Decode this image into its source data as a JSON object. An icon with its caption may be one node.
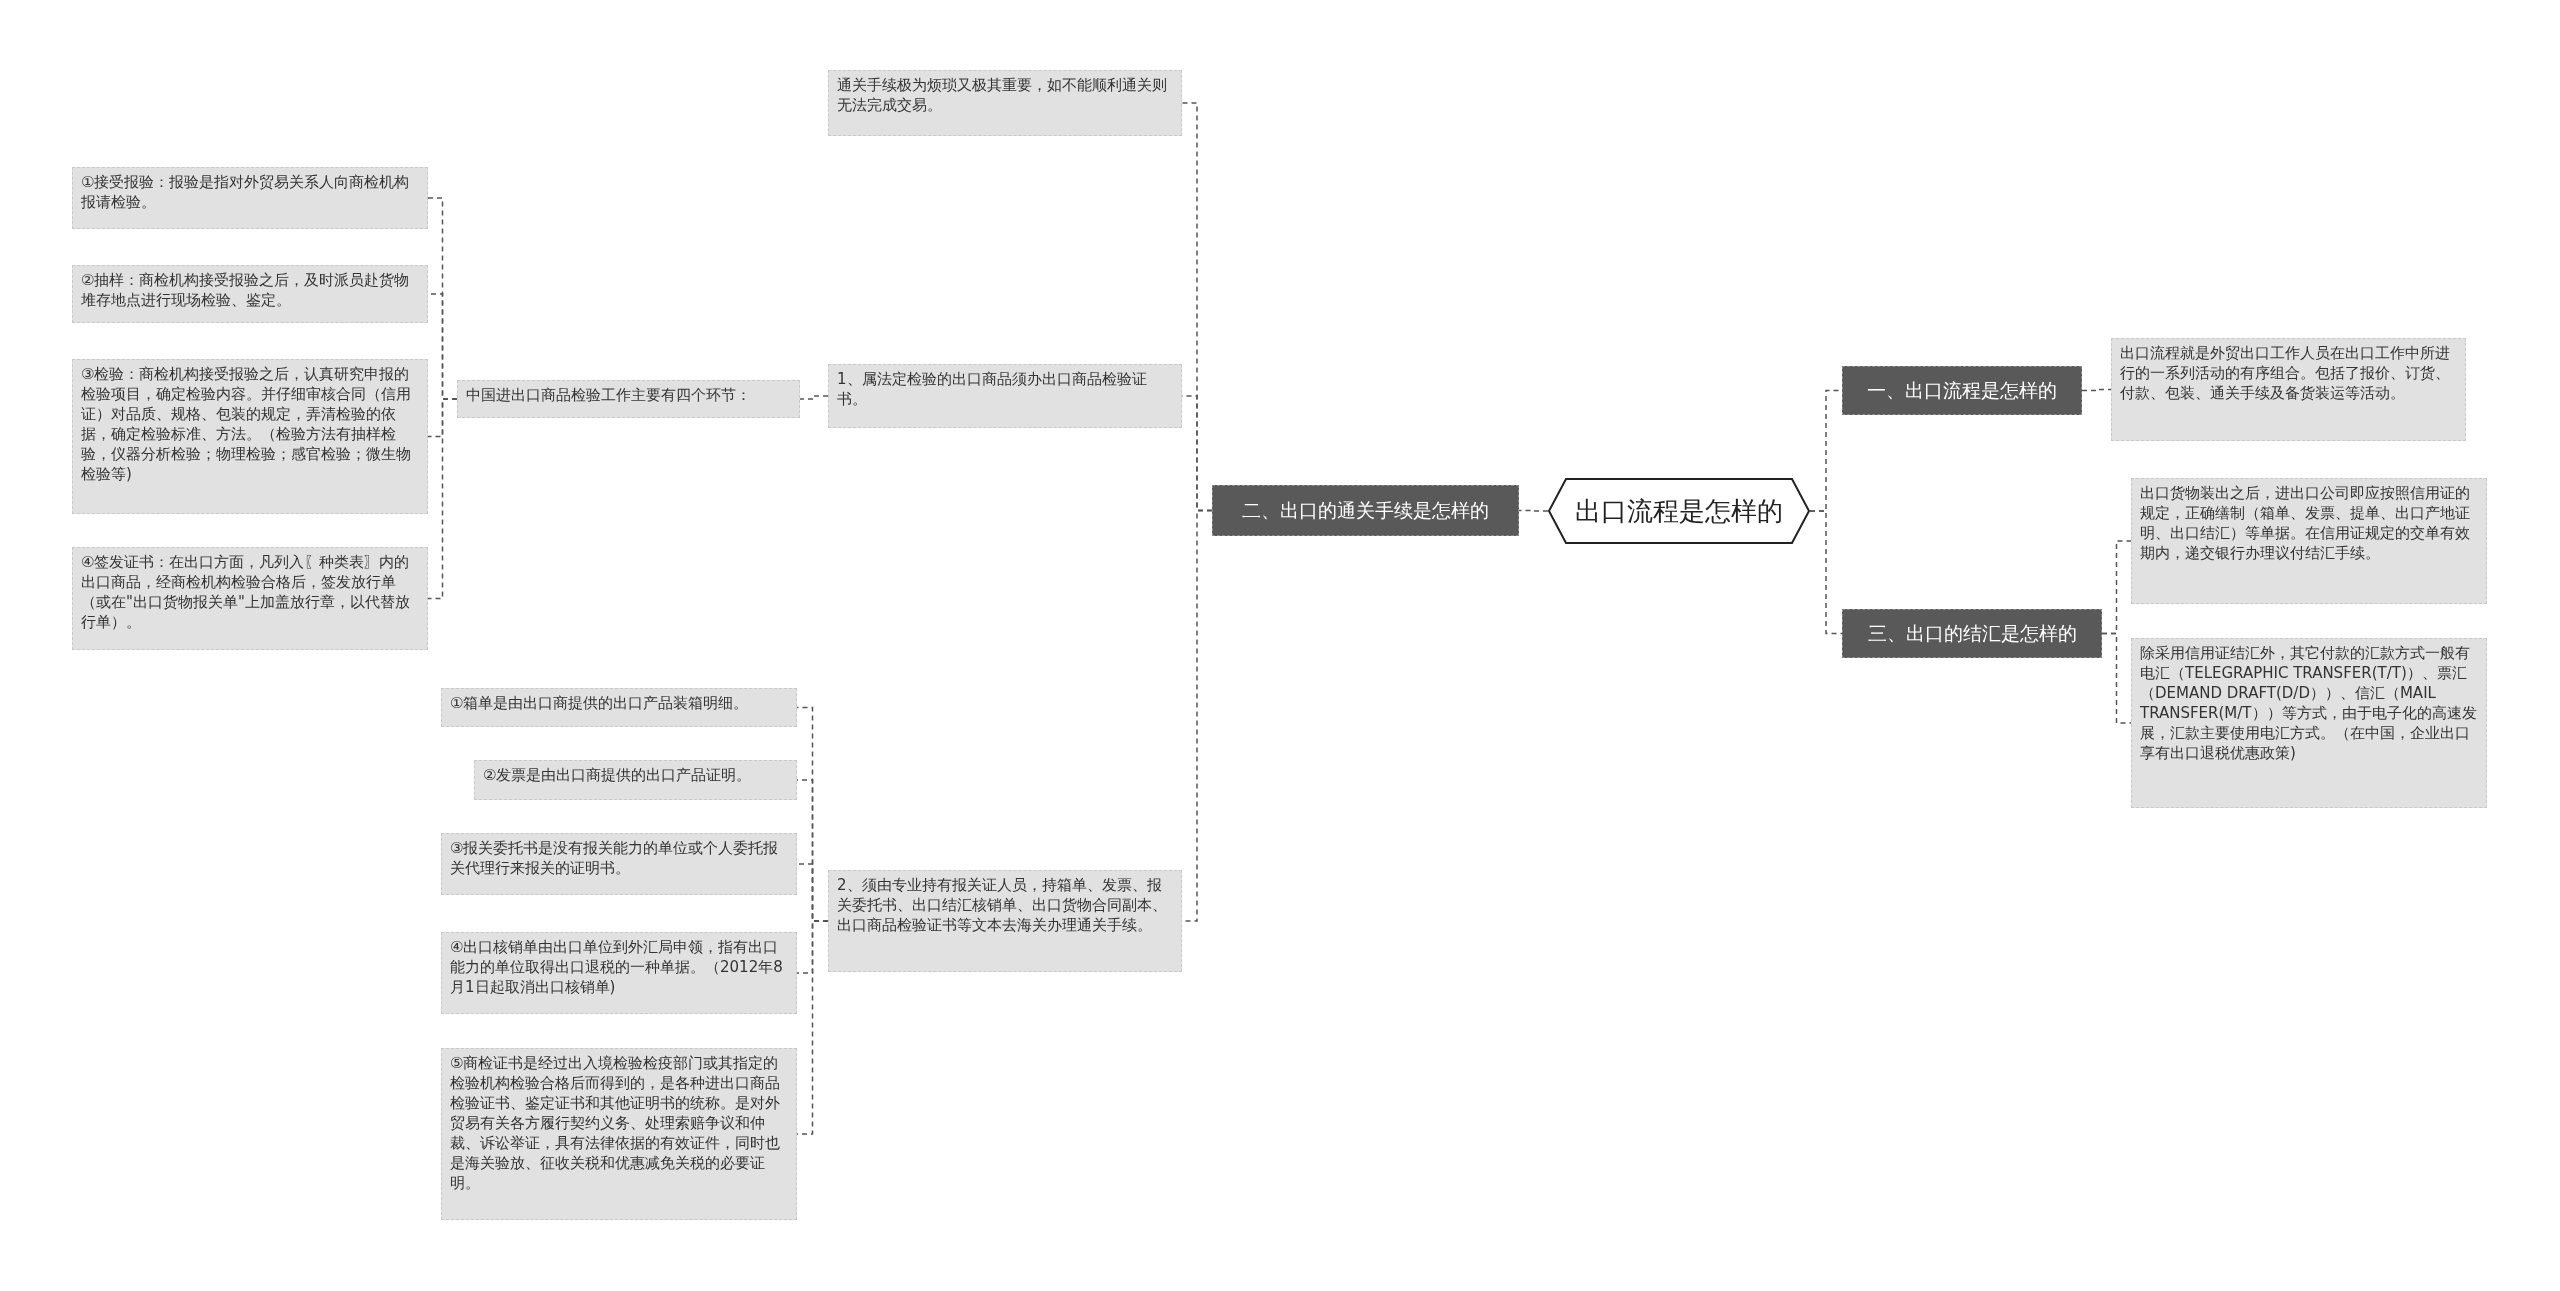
{
  "diagram": {
    "nodes": [
      {
        "text": [
          "出口流程是怎样的"
        ]
      },
      {
        "text": [
          "一、出口流程是怎样的"
        ]
      },
      {
        "text": [
          "出口流程就是外贸出口工作人员在出口工作中所进行的一系列活动的有序组合。包括了报价、订货、付款、包装、通关手续及备货装运等活动。"
        ]
      },
      {
        "text": [
          "二、出口的通关手续是怎样的"
        ]
      },
      {
        "text": [
          "通关手续极为烦琐又极其重要，如不能顺利通关则无法完成交易。"
        ]
      },
      {
        "text": [
          "1、属法定检验的出口商品须办出口商品检验证书。"
        ]
      },
      {
        "text": [
          "中国进出口商品检验工作主要有四个环节："
        ]
      },
      {
        "text": [
          "①接受报验：报验是指对外贸易关系人向商检机构报请检验。"
        ]
      },
      {
        "text": [
          "②抽样：商检机构接受报验之后，及时派员赴货物堆存地点进行现场检验、鉴定。"
        ]
      },
      {
        "text": [
          "③检验：商检机构接受报验之后，认真研究申报的检验项目，确定检验内容。并仔细审核合同（信用证）对品质、规格、包装的规定，弄清检验的依据，确定检验标准、方法。（检验方法有抽样检验，仪器分析检验；物理检验；感官检验；微生物检验等)"
        ]
      },
      {
        "text": [
          "④签发证书：在出口方面，凡列入〖种类表〗内的出口商品，经商检机构检验合格后，签发放行单（或在\"出口货物报关单\"上加盖放行章，以代替放行单）。"
        ]
      },
      {
        "text": [
          "2、须由专业持有报关证人员，持箱单、发票、报关委托书、出口结汇核销单、出口货物合同副本、出口商品检验证书等文本去海关办理通关手续。"
        ]
      },
      {
        "text": [
          "①箱单是由出口商提供的出口产品装箱明细。"
        ]
      },
      {
        "text": [
          "②发票是由出口商提供的出口产品证明。"
        ]
      },
      {
        "text": [
          "③报关委托书是没有报关能力的单位或个人委托报关代理行来报关的证明书。"
        ]
      },
      {
        "text": [
          "④出口核销单由出口单位到外汇局申领，指有出口能力的单位取得出口退税的一种单据。（2012年8月1日起取消出口核销单)"
        ]
      },
      {
        "text": [
          "⑤商检证书是经过出入境检验检疫部门或其指定的检验机构检验合格后而得到的，是各种进出口商品检验证书、鉴定证书和其他证明书的统称。是对外贸易有关各方履行契约义务、处理索赔争议和仲裁、诉讼举证，具有法律依据的有效证件，同时也是海关验放、征收关税和优惠减免关税的必要证明。"
        ]
      },
      {
        "text": [
          "三、出口的结汇是怎样的"
        ]
      },
      {
        "text": [
          "出口货物装出之后，进出口公司即应按照信用证的规定，正确缮制（箱单、发票、提单、出口产地证明、出口结汇）等单据。在信用证规定的交单有效期内，递交银行办理议付结汇手续。"
        ]
      },
      {
        "text": [
          "除采用信用证结汇外，其它付款的汇款方式一般有电汇（TELEGRAPHIC TRANSFER(T/T)）、票汇（DEMAND DRAFT(D/D））、信汇（MAIL TRANSFER(M/T））等方式，由于电子化的高速发展，汇款主要使用电汇方式。（在中国，企业出口享有出口退税优惠政策)"
        ]
      }
    ],
    "edges": [
      {
        "from": 0,
        "to": 1,
        "arrow": "none"
      },
      {
        "from": 1,
        "to": 2,
        "arrow": "none"
      },
      {
        "from": 0,
        "to": 3,
        "arrow": "none"
      },
      {
        "from": 3,
        "to": 4,
        "arrow": "none"
      },
      {
        "from": 3,
        "to": 5,
        "arrow": "none"
      },
      {
        "from": 5,
        "to": 6,
        "arrow": "none"
      },
      {
        "from": 6,
        "to": 7,
        "arrow": "none"
      },
      {
        "from": 6,
        "to": 8,
        "arrow": "none"
      },
      {
        "from": 6,
        "to": 9,
        "arrow": "none"
      },
      {
        "from": 6,
        "to": 10,
        "arrow": "none"
      },
      {
        "from": 3,
        "to": 11,
        "arrow": "none"
      },
      {
        "from": 11,
        "to": 12,
        "arrow": "none"
      },
      {
        "from": 11,
        "to": 13,
        "arrow": "none"
      },
      {
        "from": 11,
        "to": 14,
        "arrow": "none"
      },
      {
        "from": 11,
        "to": 15,
        "arrow": "none"
      },
      {
        "from": 11,
        "to": 16,
        "arrow": "none"
      },
      {
        "from": 0,
        "to": 17,
        "arrow": "none"
      },
      {
        "from": 17,
        "to": 18,
        "arrow": "none"
      },
      {
        "from": 17,
        "to": 19,
        "arrow": "none"
      }
    ]
  }
}
